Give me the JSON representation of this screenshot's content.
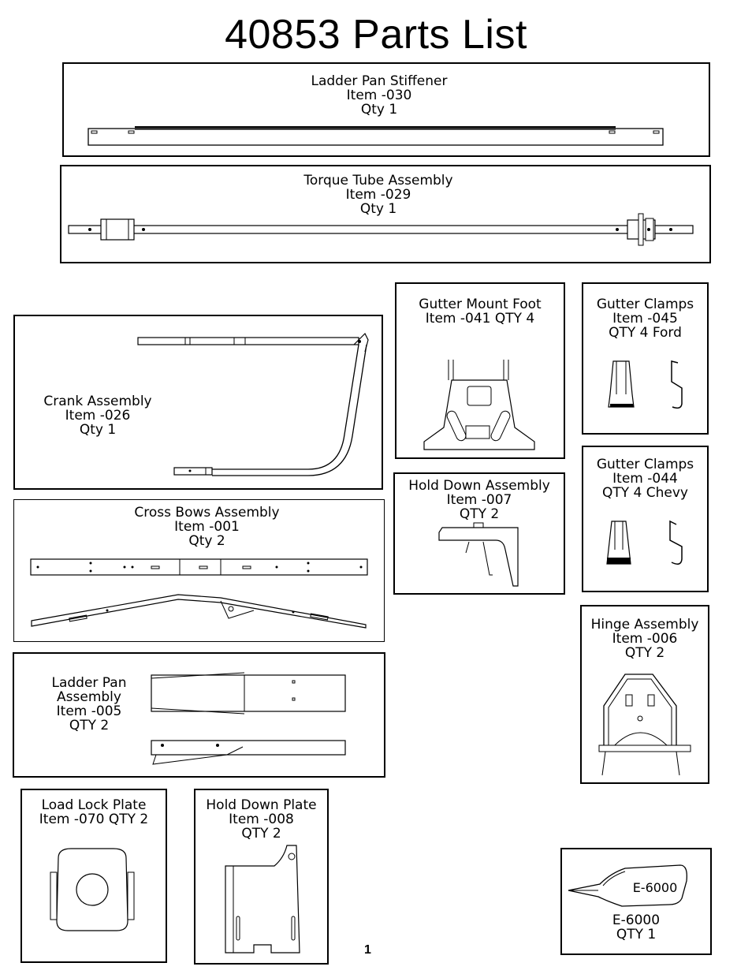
{
  "title": "40853 Parts List",
  "page_number": "1",
  "parts": {
    "stiffener": {
      "name": "Ladder Pan Stiffener",
      "item": "Item -030",
      "qty": "Qty 1"
    },
    "torque": {
      "name": "Torque Tube Assembly",
      "item": "Item -029",
      "qty": "Qty 1"
    },
    "crank": {
      "name": "Crank Assembly",
      "item": "Item -026",
      "qty": "Qty 1"
    },
    "gutter_foot": {
      "name": "Gutter Mount Foot",
      "item_qty": "Item -041 QTY 4"
    },
    "clamps_ford": {
      "name": "Gutter Clamps",
      "item": "Item -045",
      "qty": "QTY 4 Ford"
    },
    "clamps_chevy": {
      "name": "Gutter Clamps",
      "item": "Item -044",
      "qty": "QTY 4 Chevy"
    },
    "cross_bows": {
      "name": "Cross Bows Assembly",
      "item": "Item -001",
      "qty": "Qty 2"
    },
    "hold_down_assembly": {
      "name": "Hold Down Assembly",
      "item": "Item -007",
      "qty": "QTY 2"
    },
    "ladder_pan": {
      "name_line1": "Ladder Pan",
      "name_line2": "Assembly",
      "item": "Item -005",
      "qty": "QTY 2"
    },
    "hinge": {
      "name": "Hinge Assembly",
      "item": "Item -006",
      "qty": "QTY 2"
    },
    "load_lock": {
      "name": "Load Lock Plate",
      "item_qty": "Item -070 QTY 2"
    },
    "hold_down_plate": {
      "name": "Hold Down Plate",
      "item": "Item -008",
      "qty": "QTY 2"
    },
    "e6000": {
      "tube_label": "E-6000",
      "name": "E-6000",
      "qty": "QTY 1"
    }
  }
}
